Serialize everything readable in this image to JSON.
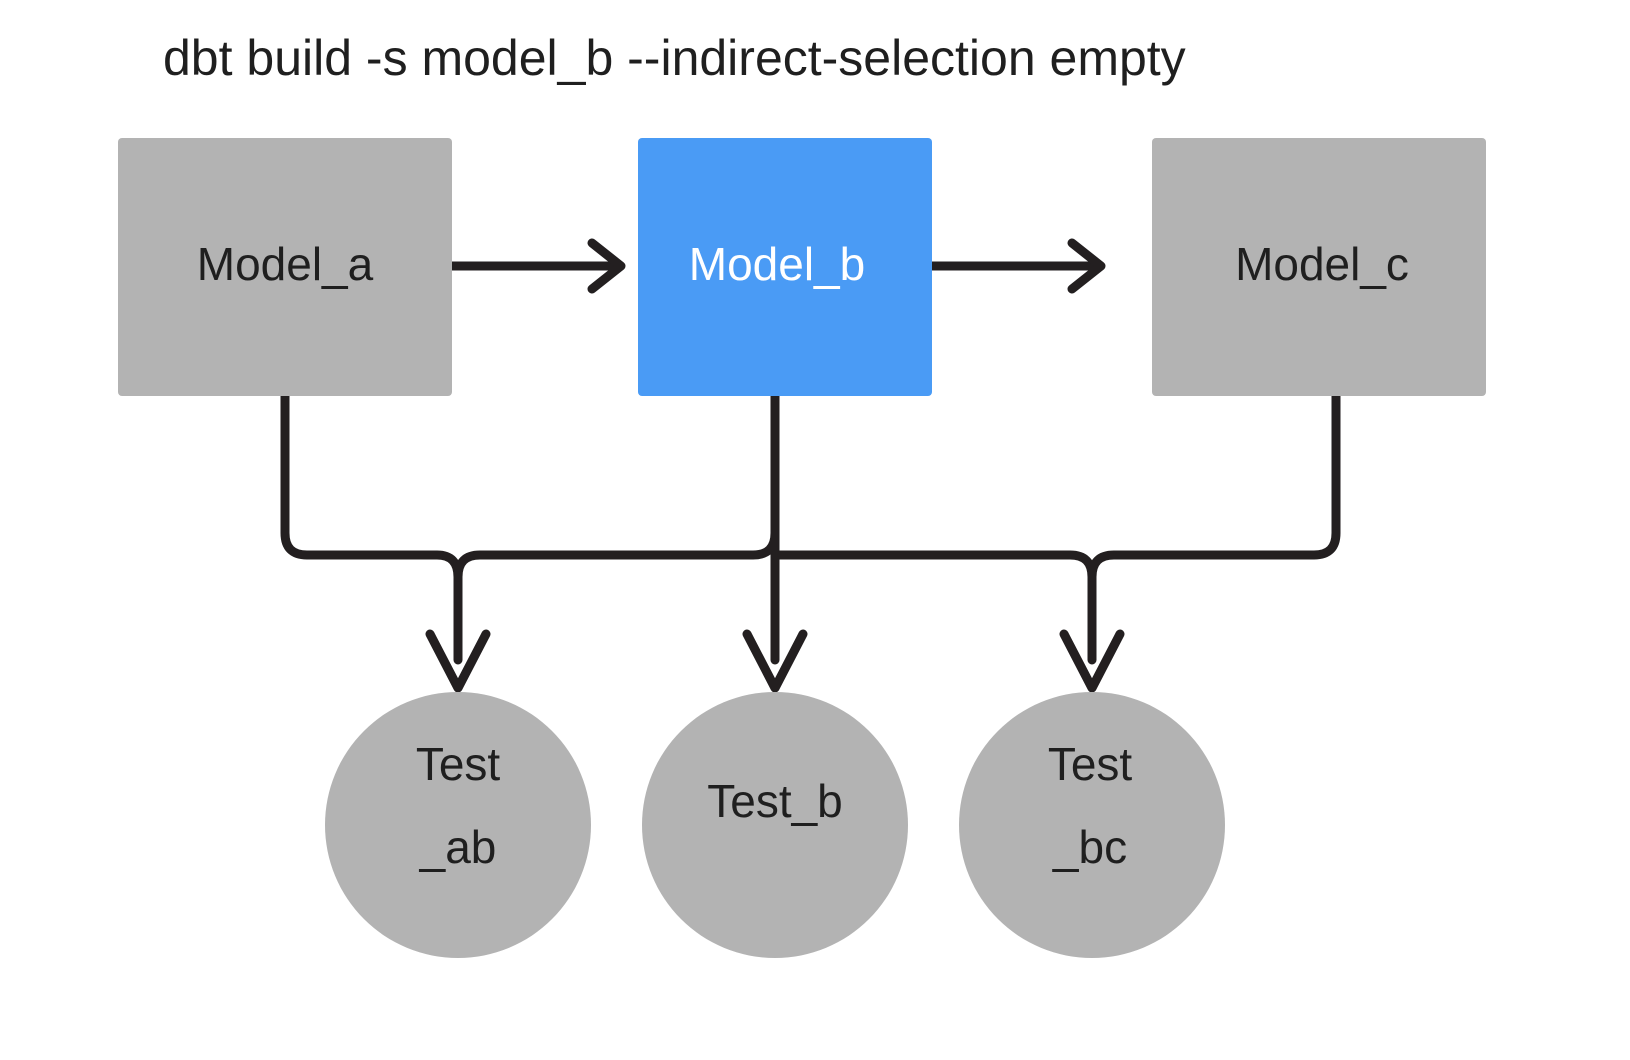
{
  "title": "dbt build -s model_b --indirect-selection empty",
  "colors": {
    "background": "#ffffff",
    "node_gray": "#b3b3b3",
    "node_selected_blue": "#4a9bf5",
    "edge_black": "#231f20",
    "text_dark": "#1f1f1f",
    "text_light": "#ffffff"
  },
  "models": [
    {
      "id": "model_a",
      "label": "Model_a",
      "selected": false,
      "fill": "#b3b3b3",
      "text_color": "#1f1f1f"
    },
    {
      "id": "model_b",
      "label": "Model_b",
      "selected": true,
      "fill": "#4a9bf5",
      "text_color": "#ffffff"
    },
    {
      "id": "model_c",
      "label": "Model_c",
      "selected": false,
      "fill": "#b3b3b3",
      "text_color": "#1f1f1f"
    }
  ],
  "tests": [
    {
      "id": "test_ab",
      "label_line1": "Test",
      "label_line2": "_ab",
      "fill": "#b3b3b3"
    },
    {
      "id": "test_b",
      "label_line1": "Test_b",
      "label_line2": "",
      "fill": "#b3b3b3"
    },
    {
      "id": "test_bc",
      "label_line1": "Test",
      "label_line2": "_bc",
      "fill": "#b3b3b3"
    }
  ],
  "edges": [
    {
      "id": "edge-model-a-to-model-b",
      "from": "model_a",
      "to": "model_b",
      "kind": "arrow-right"
    },
    {
      "id": "edge-model-b-to-model-c",
      "from": "model_b",
      "to": "model_c",
      "kind": "arrow-right"
    },
    {
      "id": "edge-model-a-to-test-ab",
      "from": "model_a",
      "to": "test_ab",
      "kind": "elbow-down"
    },
    {
      "id": "edge-model-b-to-test-ab",
      "from": "model_b",
      "to": "test_ab",
      "kind": "elbow-down"
    },
    {
      "id": "edge-model-b-to-test-b",
      "from": "model_b",
      "to": "test_b",
      "kind": "straight-down"
    },
    {
      "id": "edge-model-b-to-test-bc",
      "from": "model_b",
      "to": "test_bc",
      "kind": "elbow-down"
    },
    {
      "id": "edge-model-c-to-test-bc",
      "from": "model_c",
      "to": "test_bc",
      "kind": "elbow-down"
    }
  ]
}
